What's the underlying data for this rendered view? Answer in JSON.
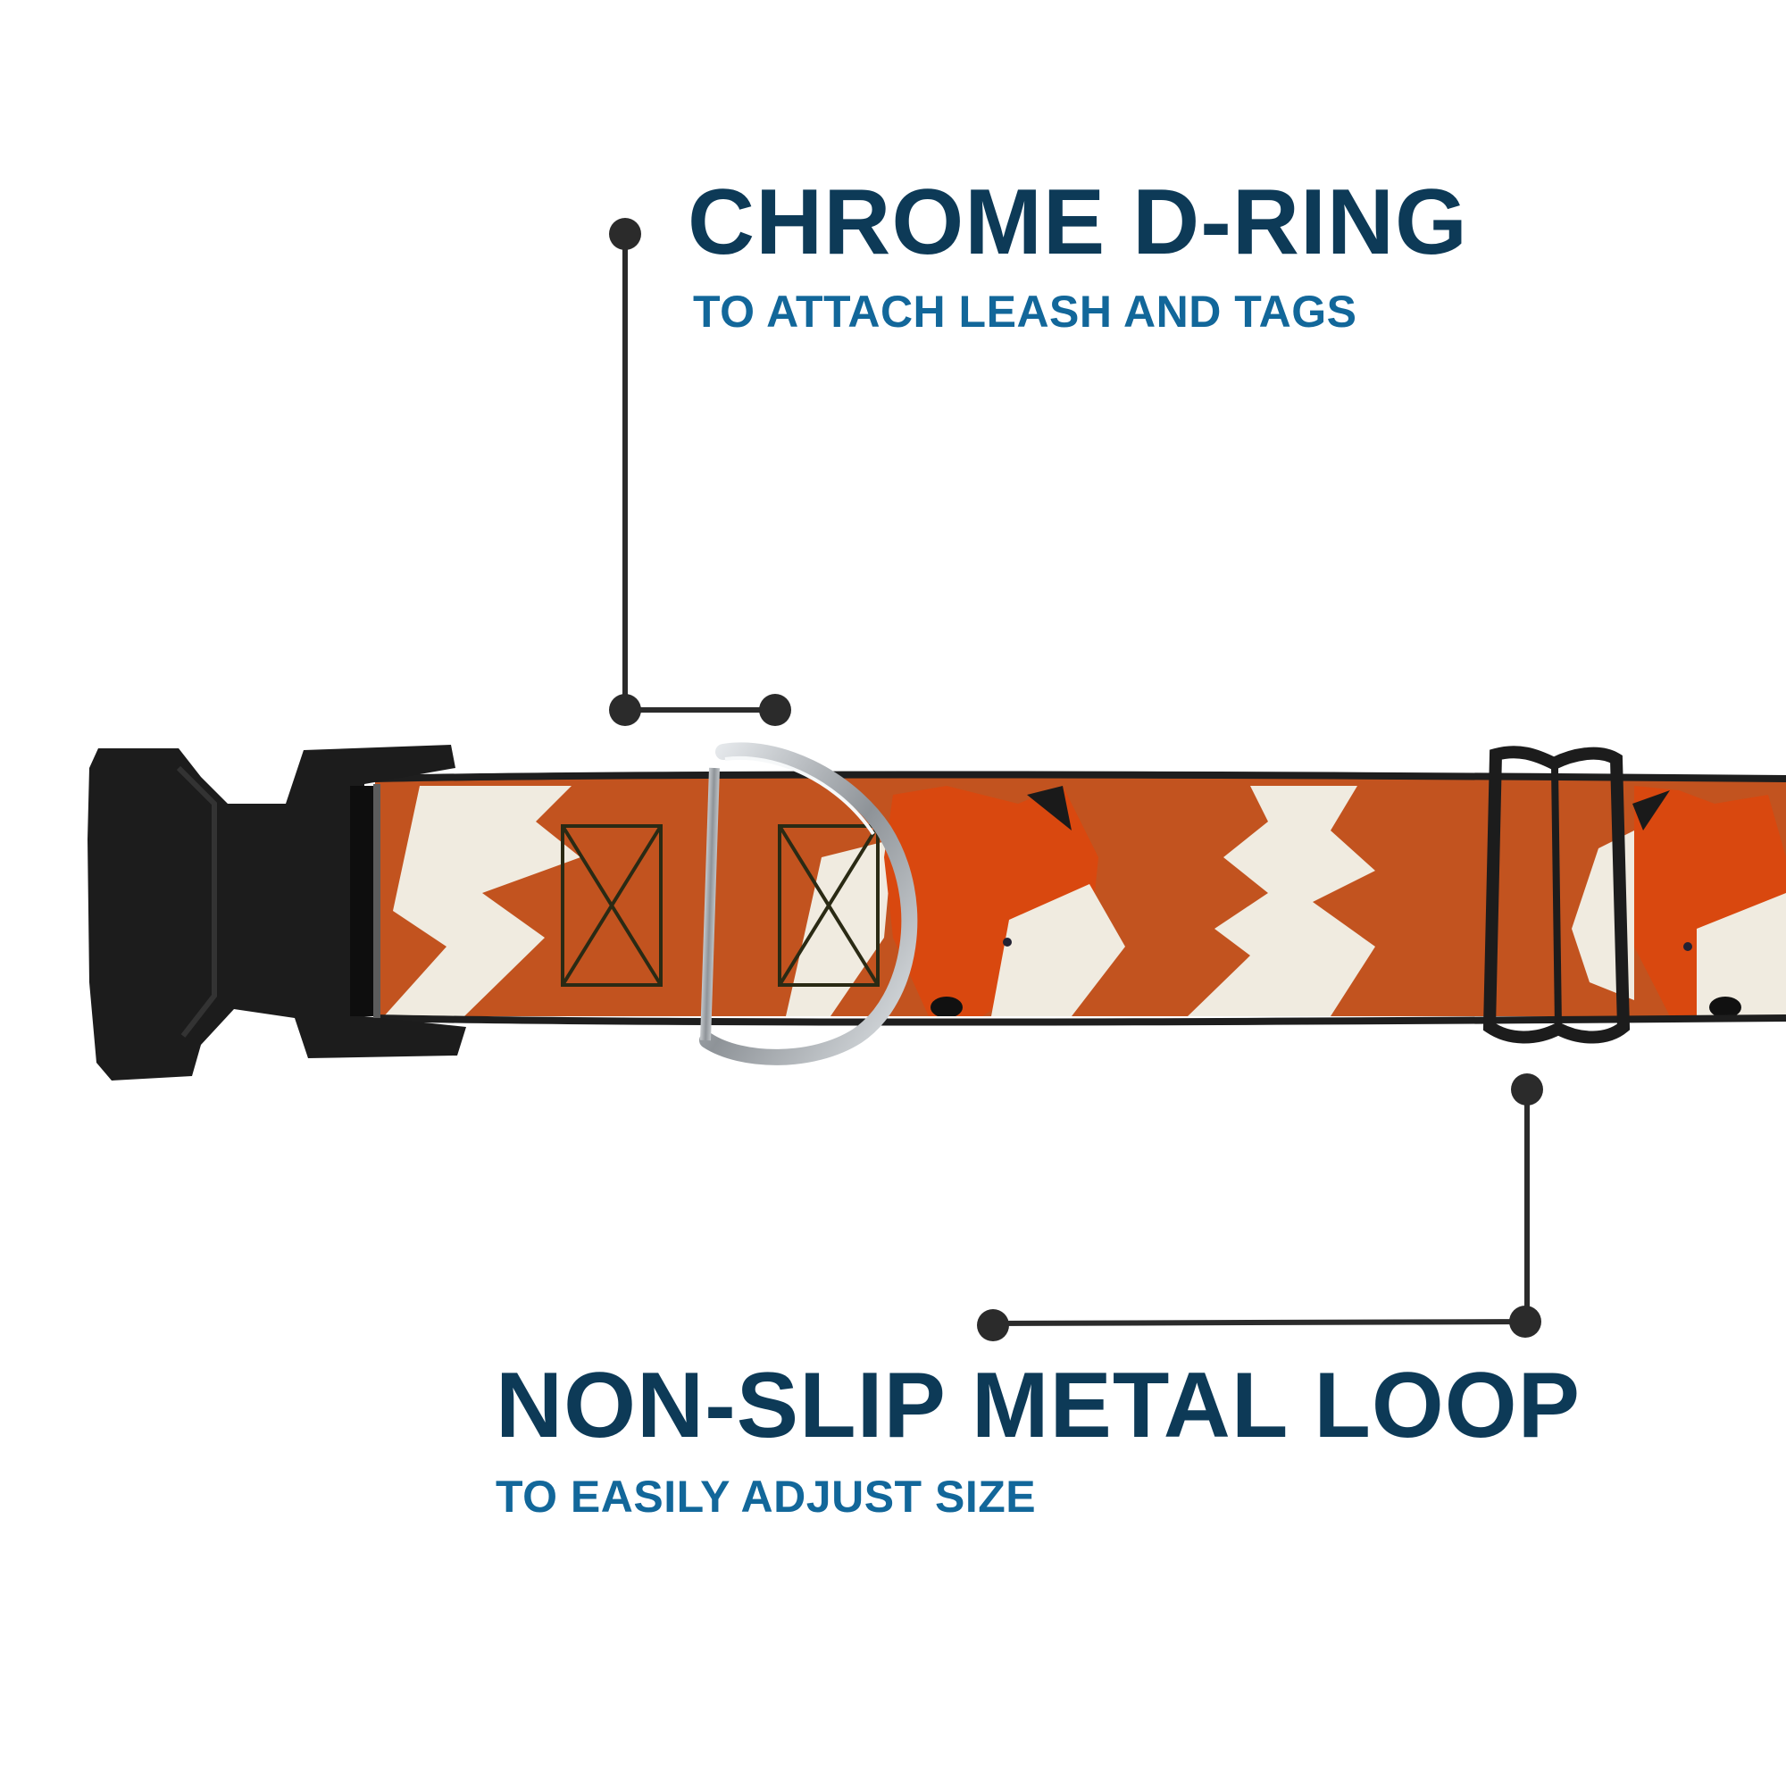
{
  "colors": {
    "title": "#0d3a57",
    "subtitle": "#12679a",
    "callout": "#2b2b2b",
    "webbing": "#c2531f",
    "pattern": "#f0ebe0",
    "fox": "#d9480f",
    "hardware": "#1c1c1c",
    "chrome": "#b8bcc0"
  },
  "features": {
    "dring": {
      "title": "CHROME D-RING",
      "subtitle": "TO ATTACH LEASH AND TAGS"
    },
    "loop": {
      "title": "NON-SLIP METAL LOOP",
      "subtitle": "TO EASILY ADJUST SIZE"
    }
  },
  "icons": [
    "buckle-icon",
    "d-ring-icon",
    "slide-loop-icon",
    "fox-face-icon",
    "callout-dot-icon"
  ]
}
